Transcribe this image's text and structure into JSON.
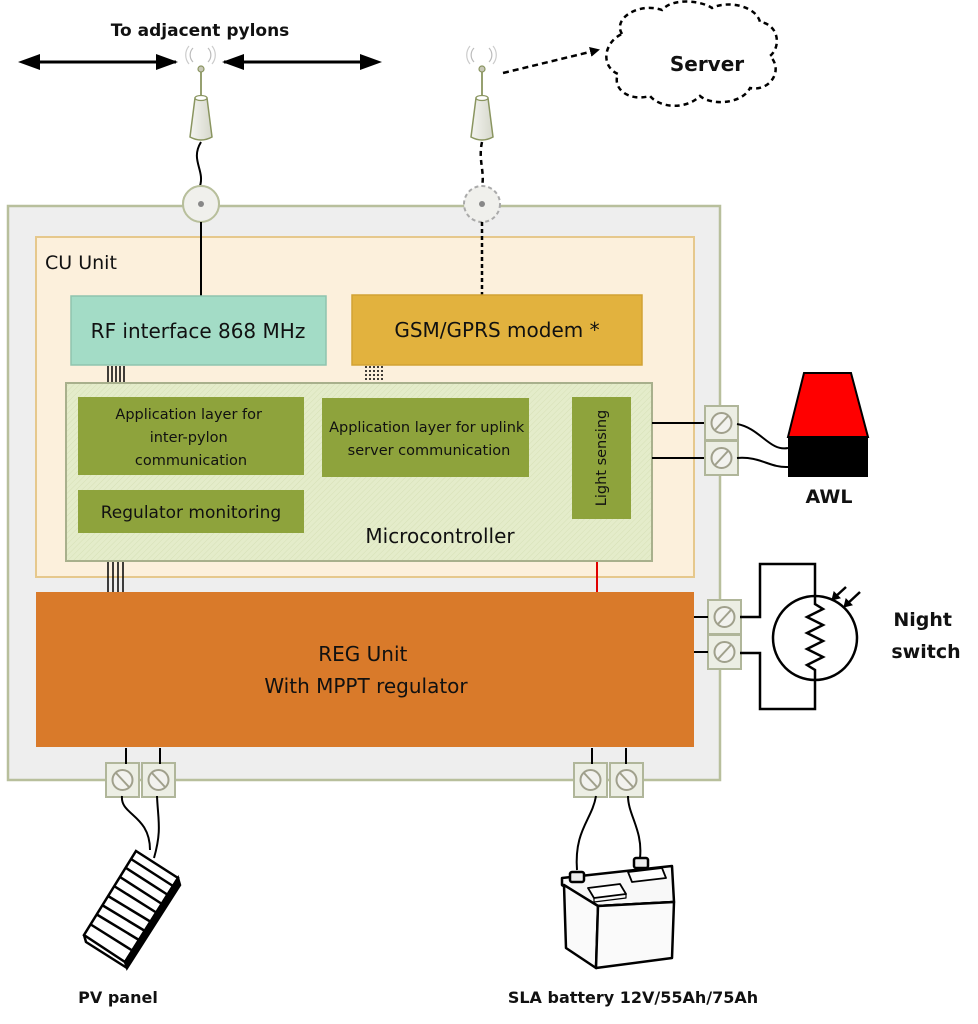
{
  "labels": {
    "adjacent_pylons": "To adjacent pylons",
    "server": "Server",
    "cu_unit": "CU Unit",
    "rf_interface": "RF interface 868 MHz",
    "gsm_modem": "GSM/GPRS modem *",
    "app_layer_inter_pylon": [
      "Application layer for",
      "inter-pylon",
      "communication"
    ],
    "app_layer_uplink": [
      "Application layer for uplink",
      "server communication"
    ],
    "light_sensing": "Light sensing",
    "regulator_monitoring": "Regulator monitoring",
    "microcontroller": "Microcontroller",
    "reg_unit": [
      "REG Unit",
      "With MPPT regulator"
    ],
    "awl": "AWL",
    "night_switch": [
      "Night",
      "switch"
    ],
    "pv_panel": "PV panel",
    "battery": "SLA battery 12V/55Ah/75Ah"
  },
  "colors": {
    "enclosure": "#eeeeee",
    "enclosure_border": "#b8bf9c",
    "cu_unit_bg": "#fcf0dc",
    "cu_unit_border": "#e6c88c",
    "rf_interface": "#a3dcc6",
    "gsm_modem": "#e2b23e",
    "microcontroller_bg": "#e4ecca",
    "app_block": "#8ea33c",
    "reg_unit": "#d97a2a",
    "awl_red": "#ff0000",
    "awl_black": "#000000",
    "red_wire": "#e00000"
  }
}
